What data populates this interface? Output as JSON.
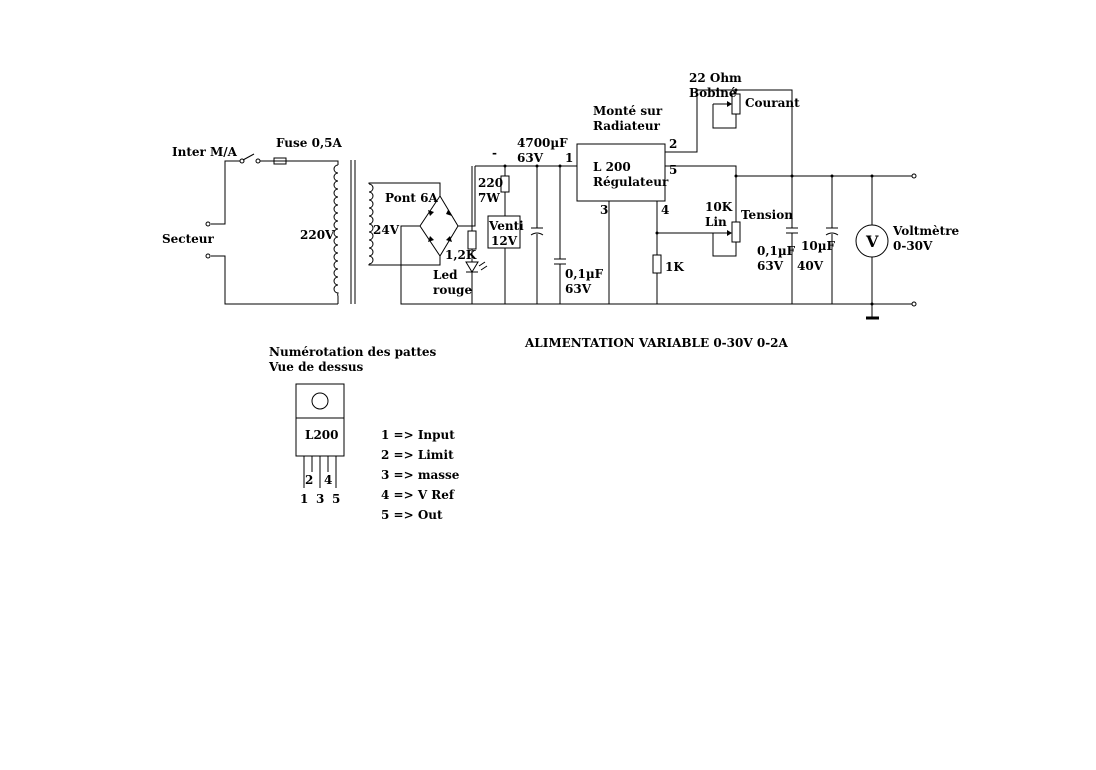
{
  "title": "ALIMENTATION VARIABLE  0-30V  0-2A",
  "labels": {
    "inter": "Inter M/A",
    "fuse": "Fuse 0,5A",
    "secteur": "Secteur",
    "v220": "220V",
    "pont": "Pont 6A",
    "v24": "24V",
    "r12k": "1,2K",
    "led1": "Led",
    "led2": "rouge",
    "r220a": "220",
    "r220b": "7W",
    "vent1": "Venti",
    "vent2": "12V",
    "c4700a": "4700µF",
    "c4700b": "63V",
    "c01a_in": "0,1µF",
    "c01b_in": "63V",
    "monte1": "Monté sur",
    "monte2": "Radiateur",
    "reg1": "L 200",
    "reg2": "Régulateur",
    "pin1": "1",
    "pin2": "2",
    "pin3": "3",
    "pin4": "4",
    "pin5": "5",
    "r1k": "1K",
    "ohm1": "22 Ohm",
    "ohm2": "Bobiné",
    "courant": "Courant",
    "k10a": "10K",
    "k10b": "Lin",
    "tension": "Tension",
    "c01a_out": "0,1µF",
    "c01b_out": "63V",
    "c10a": "10µF",
    "c10b": "40V",
    "volt_sym": "V",
    "volt1": "Voltmètre",
    "volt2": "0-30V",
    "minus": "-"
  },
  "pinout": {
    "heading1": "Numérotation des pattes",
    "heading2": "Vue de dessus",
    "chip": "L200",
    "pins_bottom": [
      "1",
      "3",
      "5"
    ],
    "pins_top": [
      "2",
      "4"
    ],
    "legend": [
      "1 => Input",
      "2 => Limit",
      "3 => masse",
      "4 => V Ref",
      "5 => Out"
    ]
  }
}
